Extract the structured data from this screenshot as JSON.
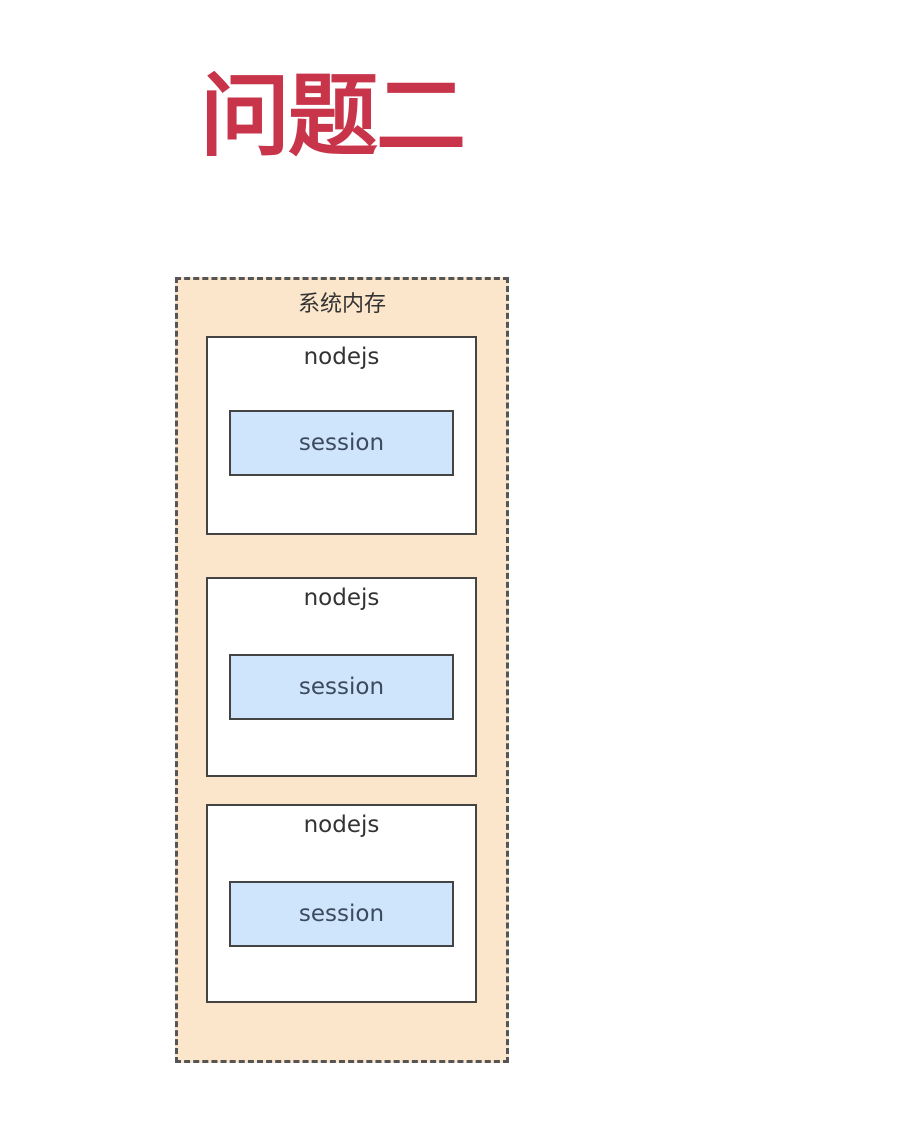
{
  "title": "问题二",
  "container": {
    "label": "系统内存"
  },
  "nodes": [
    {
      "label": "nodejs",
      "session": "session"
    },
    {
      "label": "nodejs",
      "session": "session"
    },
    {
      "label": "nodejs",
      "session": "session"
    }
  ],
  "colors": {
    "title": "#c8354a",
    "container_fill": "#fbe6cc",
    "session_fill": "#cfe5fb"
  }
}
